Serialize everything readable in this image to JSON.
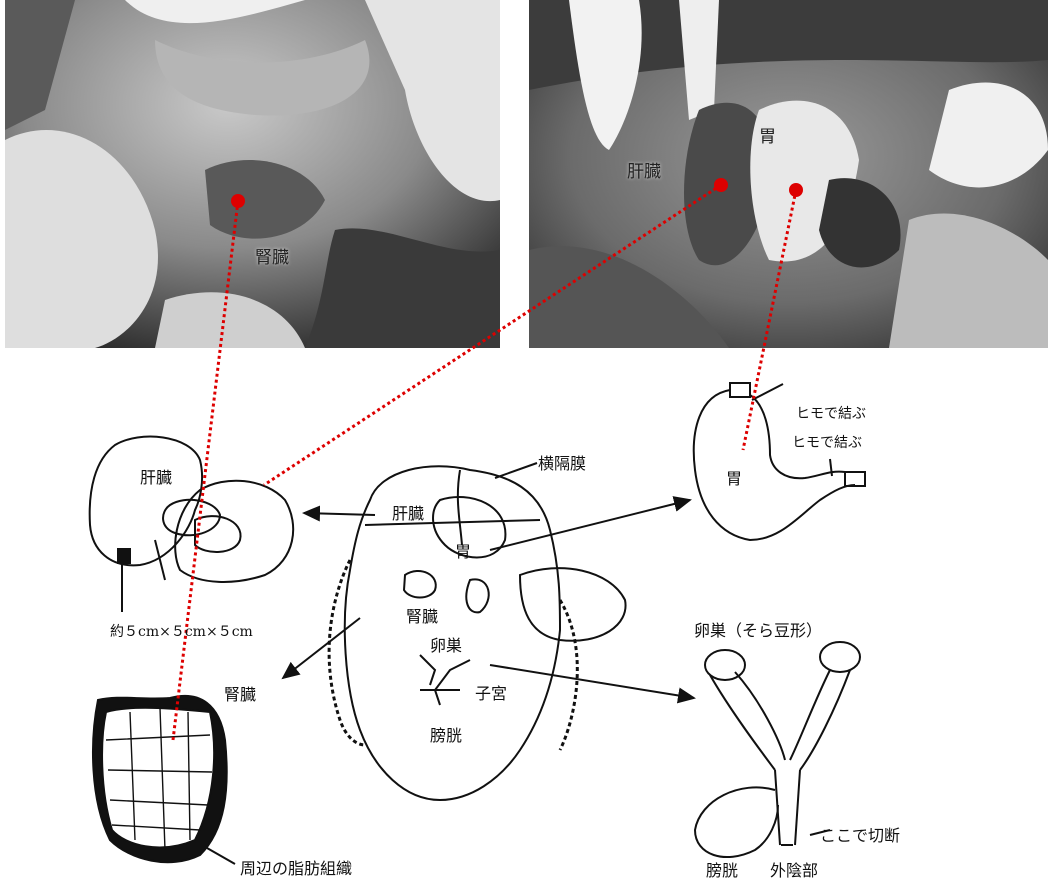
{
  "photos": {
    "left": {
      "label_kidney": "腎臓"
    },
    "right": {
      "label_liver": "肝臓",
      "label_stomach": "胃"
    }
  },
  "diagram": {
    "liver": {
      "label": "肝臓",
      "size_note": "約５cm×５cm×５cm"
    },
    "diaphragm": "横隔膜",
    "body": {
      "liver": "肝臓",
      "stomach": "胃",
      "kidney": "腎臓",
      "ovary": "卵巣",
      "uterus": "子宮",
      "bladder": "膀胱"
    },
    "stomach": {
      "label": "胃",
      "tie_1": "ヒモで結ぶ",
      "tie_2": "ヒモで結ぶ"
    },
    "kidney": {
      "label": "腎臓",
      "fat": "周辺の脂肪組織"
    },
    "uterus": {
      "ovary_title": "卵巣（そら豆形）",
      "cut_here": "ここで切断",
      "bladder": "膀胱",
      "vulva": "外陰部"
    }
  },
  "colors": {
    "connector": "#dd0000",
    "line": "#111111"
  }
}
